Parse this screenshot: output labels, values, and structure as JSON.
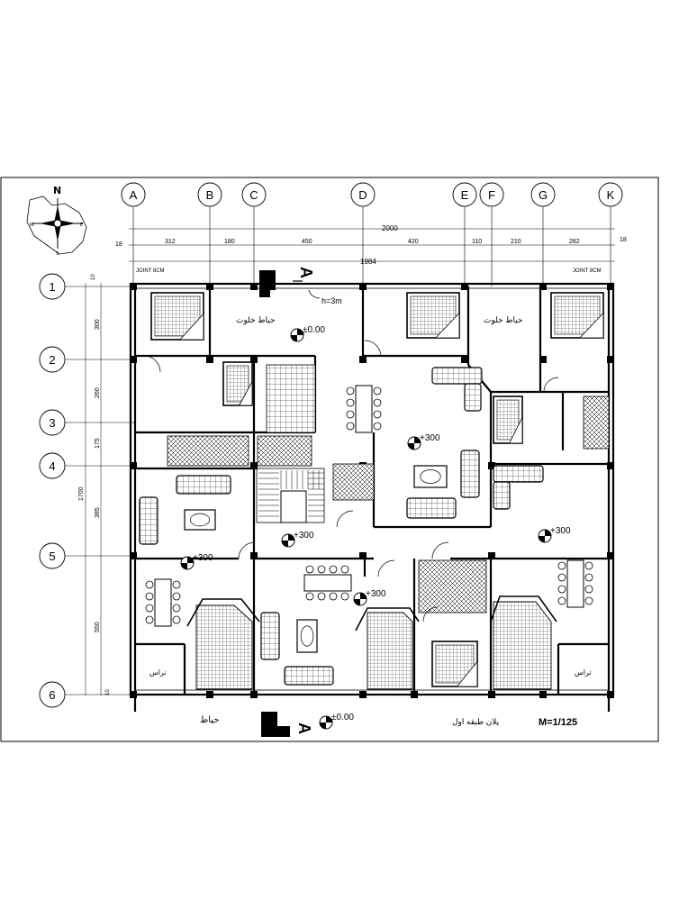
{
  "north_label": "N",
  "grid_columns": [
    "A",
    "B",
    "C",
    "D",
    "E",
    "F",
    "G",
    "K"
  ],
  "grid_rows": [
    "1",
    "2",
    "3",
    "4",
    "5",
    "6"
  ],
  "dims_top": {
    "overall": "2000",
    "segments": [
      "312",
      "180",
      "450",
      "420",
      "110",
      "210",
      "282"
    ],
    "edge_left": "18",
    "edge_right": "18",
    "inner": "1984",
    "joint_left": "JOINT 8CM",
    "joint_right": "JOINT 8CM"
  },
  "dims_left": {
    "overall": "1700",
    "segments": [
      "300",
      "260",
      "175",
      "385",
      "550"
    ],
    "edge_top": "10",
    "edge_bottom": "10"
  },
  "labels": {
    "height_note": "h=3m",
    "yard_private": "حیاط خلوت",
    "yard": "حیاط",
    "terrace": "تراس",
    "floor_plan": "پلان طبقه اول",
    "scale": "M=1/125",
    "section_mark": "A"
  },
  "levels": {
    "ground": "±0.00",
    "floor": "+300"
  }
}
